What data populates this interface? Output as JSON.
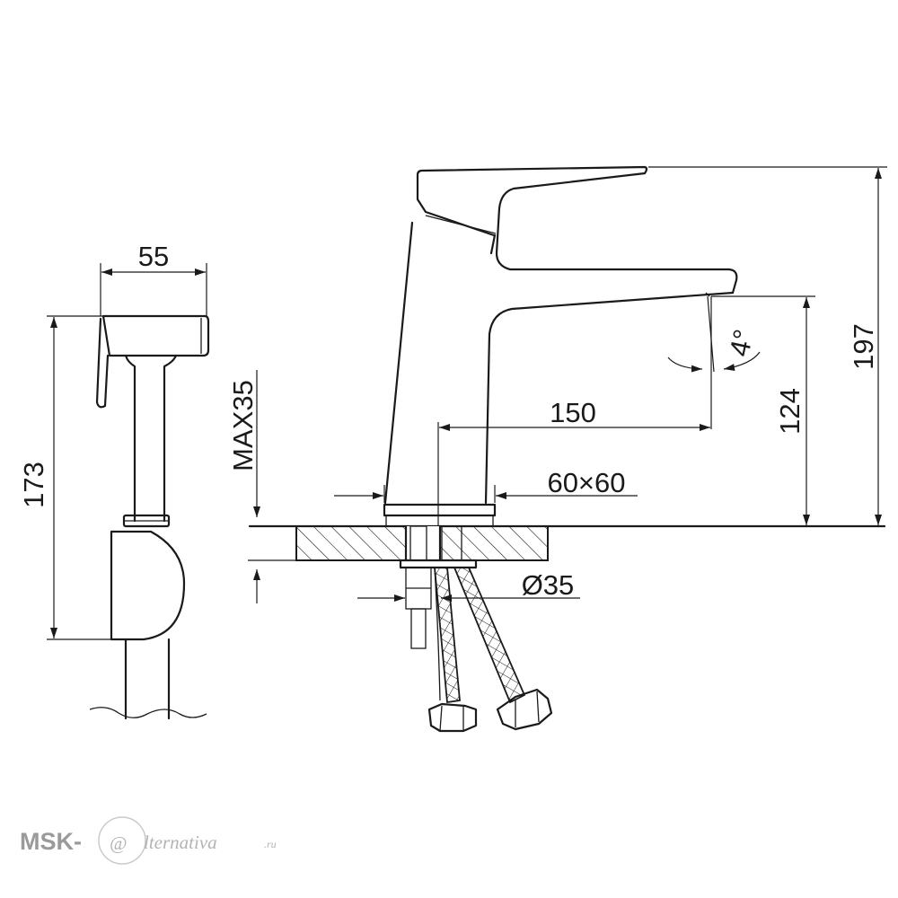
{
  "dimensions": {
    "spray_width": "55",
    "spray_height": "173",
    "deck_max": "MAX35",
    "spout_reach": "150",
    "base_size": "60×60",
    "spout_height": "124",
    "total_height": "197",
    "spout_angle": "4°",
    "hole_diameter": "Ø35"
  },
  "watermark": {
    "prefix": "MSK-",
    "at_sign": "@",
    "name": "lternativa",
    "tld": ".ru"
  }
}
